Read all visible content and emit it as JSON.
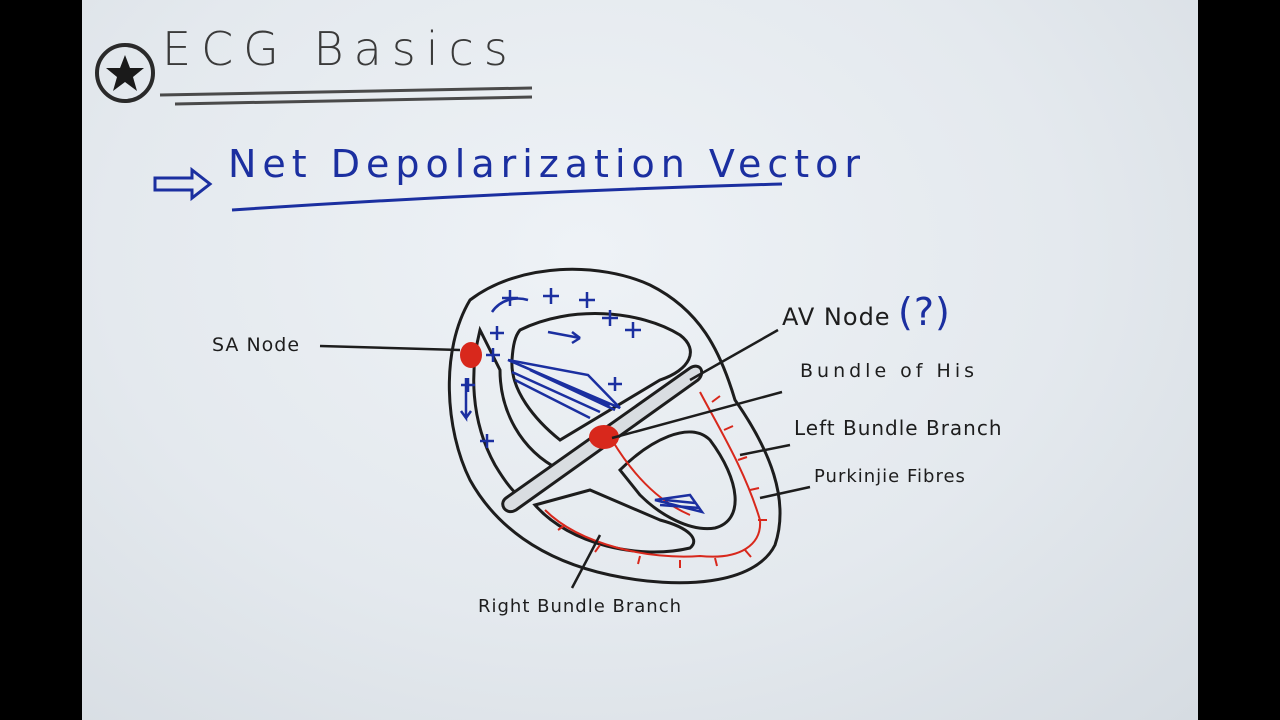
{
  "board": {
    "title": "ECG Basics",
    "subtitle": "Net Depolarization Vector"
  },
  "labels": {
    "sa_node": "SA Node",
    "av_node": "AV Node",
    "av_question": "(?)",
    "bundle_of_his": "Bundle of His",
    "left_bundle": "Left Bundle Branch",
    "purkinje": "Purkinjie Fibres",
    "right_bundle": "Right Bundle Branch"
  },
  "symbols": {
    "plus": "+"
  },
  "colors": {
    "board": "#e6ebf0",
    "black_ink": "#1d1d1d",
    "blue_ink": "#1b2fa0",
    "red_ink": "#d8281c"
  }
}
